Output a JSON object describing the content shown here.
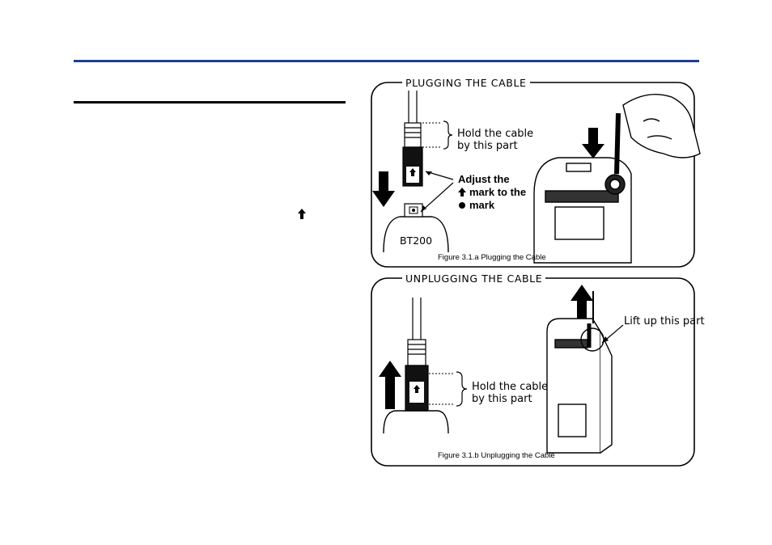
{
  "figure_a": {
    "title": "PLUGGING THE CABLE",
    "hold_line1": "Hold  the cable",
    "hold_line2": "by this part",
    "adjust_line1": "Adjust the",
    "adjust_line2": "mark to the",
    "adjust_line3": "mark",
    "device_label": "BT200",
    "caption": "Figure 3.1.a Plugging the Cable"
  },
  "figure_b": {
    "title": "UNPLUGGING THE CABLE",
    "lift_label": "Lift up this part",
    "hold_line1": "Hold  the cable",
    "hold_line2": "by this part",
    "caption": "Figure 3.1.b Unplugging the Cable"
  },
  "colors": {
    "header_rule": "#1f3f8f",
    "ink": "#000000"
  },
  "icons": [
    "up-arrow-mark-icon",
    "dot-mark-icon",
    "down-arrow-icon",
    "up-arrow-icon"
  ]
}
